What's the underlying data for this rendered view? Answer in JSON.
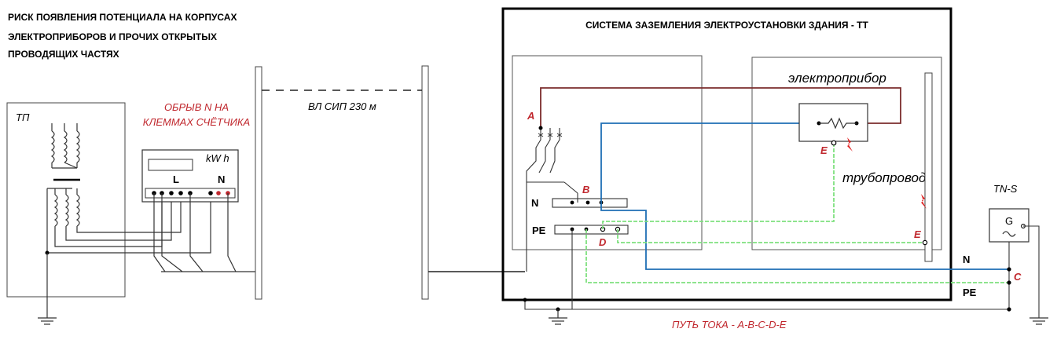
{
  "header": {
    "line1": "РИСК ПОЯВЛЕНИЯ ПОТЕНЦИАЛА НА КОРПУСАХ",
    "line2": "ЭЛЕКТРОПРИБОРОВ И ПРОЧИХ ОТКРЫТЫХ",
    "line3": "ПРОВОДЯЩИХ ЧАСТЯХ"
  },
  "substation": {
    "label": "ТП"
  },
  "fault": {
    "line1": "ОБРЫВ N НА",
    "line2": "КЛЕММАХ СЧЁТЧИКА"
  },
  "meter": {
    "unit": "kW h",
    "phase_label": "L",
    "neutral_label": "N"
  },
  "overhead_line": {
    "label": "ВЛ СИП 230 м"
  },
  "building": {
    "title": "СИСТЕМА ЗАЗЕМЛЕНИЯ ЭЛЕКТРОУСТАНОВКИ ЗДАНИЯ - ТТ",
    "n_bus": "N",
    "pe_bus": "PE",
    "appliance": "электроприбор",
    "pipeline": "трубопровод"
  },
  "points": {
    "a": "A",
    "b": "B",
    "c": "C",
    "d": "D",
    "e1": "E",
    "e2": "E"
  },
  "source": {
    "system": "TN-S",
    "generator": "G",
    "n": "N",
    "pe": "PE"
  },
  "current_path": "ПУТЬ ТОКА - A-B-C-D-E",
  "colors": {
    "phase_wire": "#7b2c2c",
    "neutral_wire": "#1f6fb5",
    "pe_wire": "#7ee07e",
    "label_red": "#c0272d",
    "lightning": "#e02020"
  }
}
